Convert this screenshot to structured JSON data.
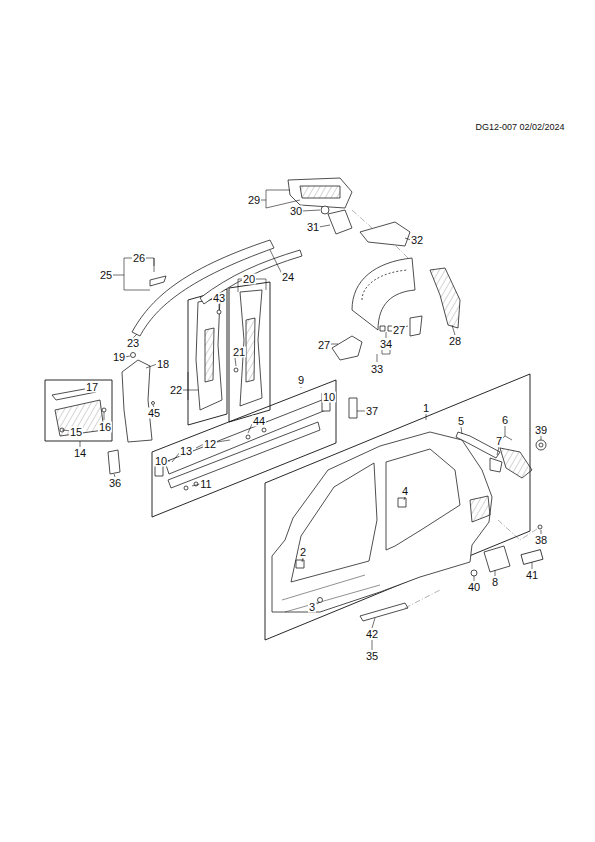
{
  "diagram": {
    "labels": [
      "DG12-007 02/02/2024",
      "29",
      "30",
      "31",
      "32",
      "26",
      "25",
      "24",
      "20",
      "43",
      "23",
      "19",
      "18",
      "27",
      "34",
      "27",
      "28",
      "33",
      "17",
      "15",
      "16",
      "22",
      "21",
      "45",
      "9",
      "10",
      "37",
      "44",
      "1",
      "12",
      "13",
      "10",
      "11",
      "14",
      "36",
      "5",
      "6",
      "39",
      "7",
      "4",
      "2",
      "3",
      "38",
      "40",
      "8",
      "41",
      "42",
      "35"
    ]
  }
}
